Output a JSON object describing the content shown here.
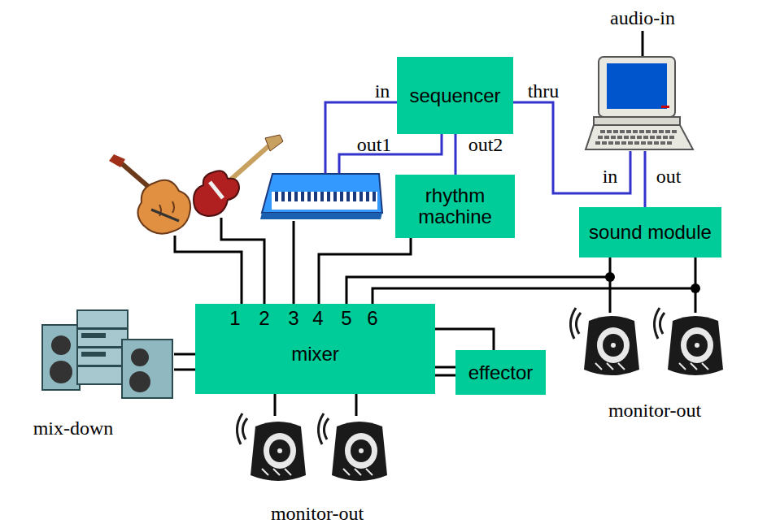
{
  "diagram": {
    "nodes": [
      {
        "text": [
          "sequencer"
        ]
      },
      {
        "text": [
          "rhythm machine"
        ]
      },
      {
        "text": [
          "sound module"
        ]
      },
      {
        "text": [
          "mixer"
        ]
      },
      {
        "text": [
          "effector"
        ]
      }
    ],
    "edges": [
      {
        "from": 0,
        "to": 1,
        "arrow": "none"
      },
      {
        "from": 1,
        "to": 3,
        "arrow": "none"
      },
      {
        "from": 2,
        "to": 3,
        "arrow": "none"
      },
      {
        "from": 2,
        "to": 3,
        "arrow": "none"
      },
      {
        "from": 3,
        "to": 4,
        "arrow": "none"
      },
      {
        "from": 3,
        "to": 4,
        "arrow": "none"
      },
      {
        "from": 3,
        "to": 4,
        "arrow": "none"
      }
    ],
    "labels": [
      "in",
      "thru",
      "out1",
      "out2",
      "audio-in",
      "in",
      "out",
      "1",
      "2",
      "3",
      "4",
      "5",
      "6",
      "mix-down",
      "monitor-out",
      "monitor-out"
    ]
  }
}
